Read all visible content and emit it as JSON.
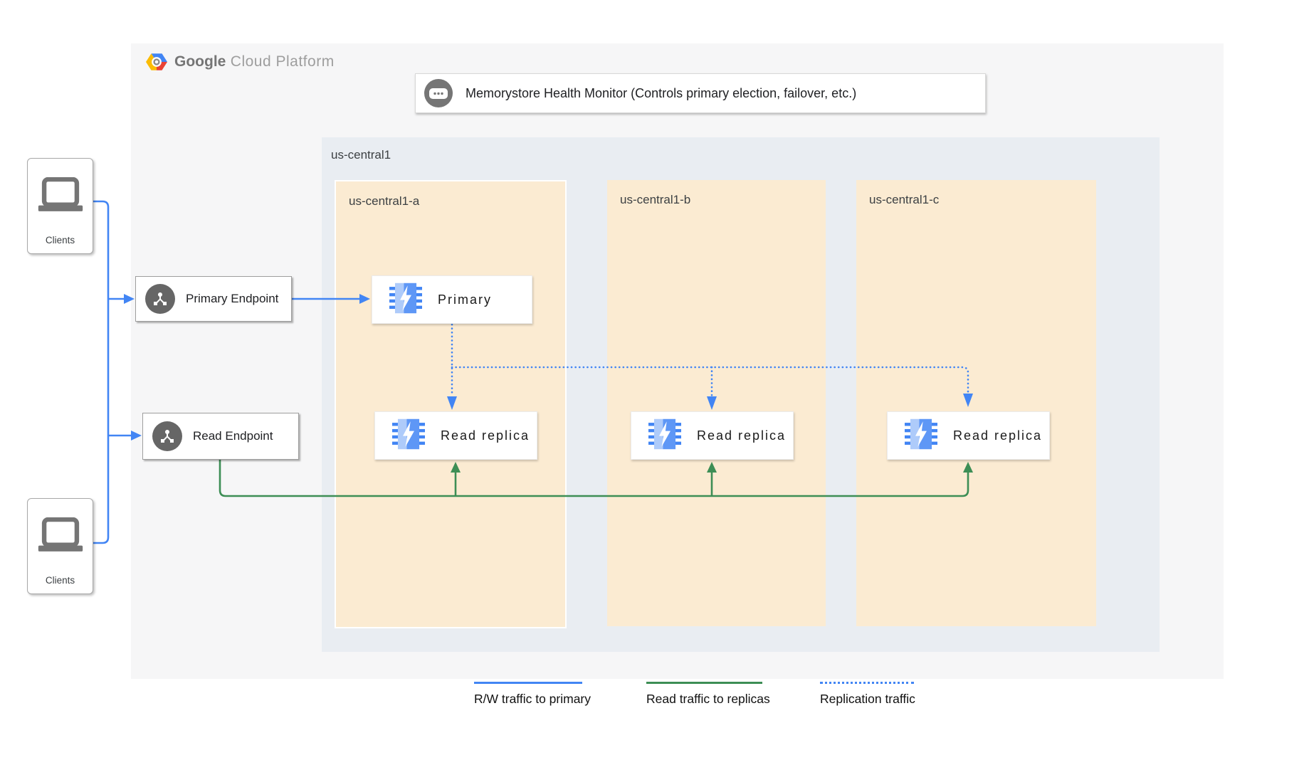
{
  "brand": {
    "name_bold": "Google",
    "name_light": "Cloud Platform"
  },
  "health_monitor": {
    "label": "Memorystore Health Monitor (Controls primary election, failover, etc.)"
  },
  "clients_top": {
    "label": "Clients"
  },
  "clients_bottom": {
    "label": "Clients"
  },
  "endpoints": {
    "primary_label": "Primary Endpoint",
    "read_label": "Read Endpoint"
  },
  "region": {
    "label": "us-central1",
    "zones": [
      {
        "label": "us-central1-a"
      },
      {
        "label": "us-central1-b"
      },
      {
        "label": "us-central1-c"
      }
    ]
  },
  "nodes": {
    "primary_label": "Primary",
    "replica_label": "Read replica"
  },
  "legend": {
    "items": [
      {
        "label": "R/W traffic to primary",
        "style": "solid",
        "color": "#4285F4"
      },
      {
        "label": "Read traffic to replicas",
        "style": "solid",
        "color": "#3D8E55"
      },
      {
        "label": "Replication traffic",
        "style": "dotted",
        "color": "#4285F4"
      }
    ]
  },
  "colors": {
    "rw_traffic": "#4285F4",
    "read_traffic": "#3D8E55",
    "replication_traffic": "#4285F4",
    "panel_bg": "#F6F6F7",
    "region_bg": "#E9EDF2",
    "zone_bg": "#FBEBD2",
    "icon_gray": "#757575"
  }
}
